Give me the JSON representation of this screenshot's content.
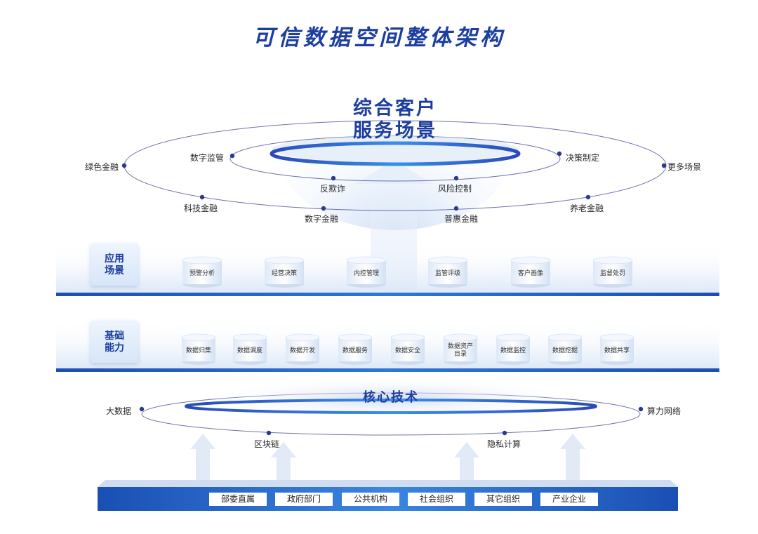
{
  "title": "可信数据空间整体架构",
  "top": {
    "hub_title": [
      "综合客户",
      "服务场景"
    ],
    "scenarios": [
      "数字监管",
      "决策制定",
      "绿色金融",
      "更多场景",
      "反欺诈",
      "风险控制",
      "科技金融",
      "养老金融",
      "数字金融",
      "普惠金融"
    ]
  },
  "layers": [
    {
      "label": "应用\n场景",
      "items": [
        "预警分析",
        "经营决策",
        "内控管理",
        "监管评级",
        "客户画像",
        "监督处罚"
      ]
    },
    {
      "label": "基础\n能力",
      "items": [
        "数据归集",
        "数据调度",
        "数据开发",
        "数据服务",
        "数据安全",
        "数据资产\n目录",
        "数据监控",
        "数据挖掘",
        "数据共享"
      ]
    }
  ],
  "core": {
    "title": "核心技术",
    "techs": [
      "大数据",
      "算力网络",
      "区块链",
      "隐私计算"
    ]
  },
  "sources": [
    "部委直属",
    "政府部门",
    "公共机构",
    "社会组织",
    "其它组织",
    "产业企业"
  ],
  "colors": {
    "title": "#1c3e9e",
    "accent": "#2a56c6",
    "node": "#2d3a8c"
  }
}
